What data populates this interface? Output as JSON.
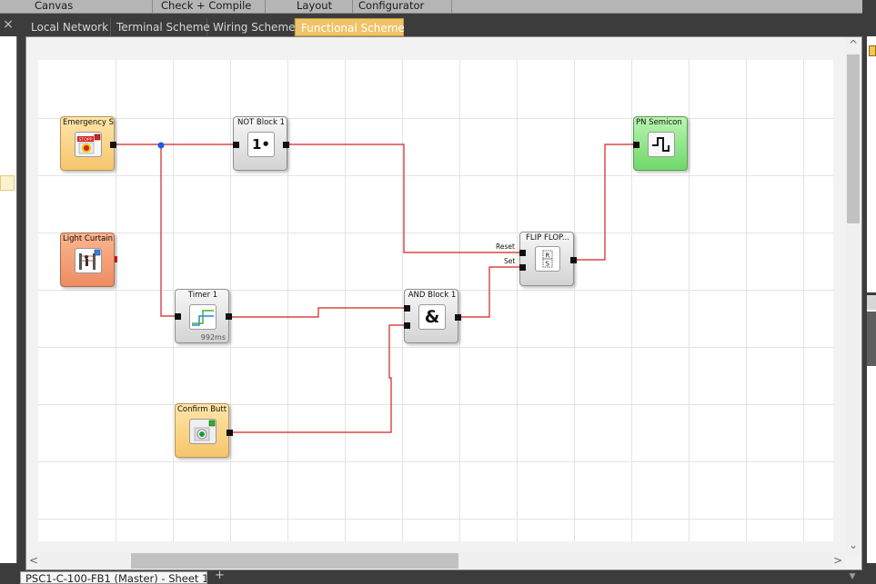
{
  "menu": [
    "Canvas",
    "Check + Compile",
    "Layout",
    "Configurator"
  ],
  "tabs": [
    {
      "label": "Local Network",
      "active": false
    },
    {
      "label": "Terminal Scheme",
      "active": false
    },
    {
      "label": "Wiring Scheme",
      "active": false
    },
    {
      "label": "Functional Scheme",
      "active": true
    }
  ],
  "left_panel": {
    "close_glyph": "×"
  },
  "blocks": {
    "emergency": {
      "title": "Emergency S",
      "icon": "emergency-stop-icon",
      "badge": "STOPP"
    },
    "light_curtain": {
      "title": "Light Curtain",
      "icon": "light-curtain-icon"
    },
    "not_block": {
      "title": "NOT Block 1",
      "glyph": "1•"
    },
    "timer": {
      "title": "Timer 1",
      "sub": "992ms",
      "icon": "timer-icon"
    },
    "confirm": {
      "title": "Confirm Butt",
      "icon": "confirm-button-icon"
    },
    "and_block": {
      "title": "AND Block 1",
      "glyph": "&"
    },
    "flipflop": {
      "title": "FLIP FLOP...",
      "reset_label": "Reset",
      "set_label": "Set",
      "glyph_top": "R",
      "glyph_bottom": "S"
    },
    "pn_semicon": {
      "title": "PN Semicon",
      "icon": "pulse-output-icon"
    }
  },
  "colors": {
    "wire": "#d42020",
    "junction": "#1560e8",
    "active_tab": "#efc368"
  },
  "sheet_tab": "PSC1-C-100-FB1 (Master) - Sheet 1",
  "add_sheet": "+",
  "scroll": {
    "up": "^",
    "down": "⌄",
    "left": "<",
    "right": ">"
  }
}
